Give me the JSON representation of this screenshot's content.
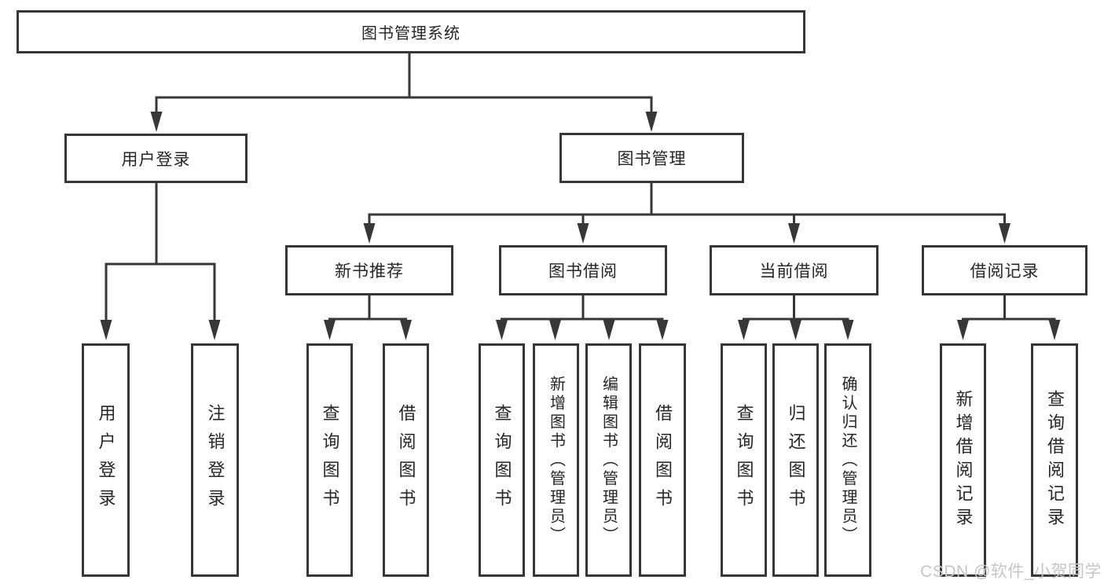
{
  "diagram": {
    "root": {
      "label": "图书管理系统"
    },
    "level2": [
      {
        "label": "用户登录"
      },
      {
        "label": "图书管理"
      }
    ],
    "level3": [
      {
        "label": "新书推荐"
      },
      {
        "label": "图书借阅"
      },
      {
        "label": "当前借阅"
      },
      {
        "label": "借阅记录"
      }
    ],
    "leaves": {
      "user_login": [
        "用户登录",
        "注销登录"
      ],
      "new_books": [
        "查询图书",
        "借阅图书"
      ],
      "book_borrow": [
        "查询图书",
        "新增图书（管理员）",
        "编辑图书（管理员）",
        "借阅图书"
      ],
      "current_borrow": [
        "查询图书",
        "归还图书",
        "确认归还（管理员）"
      ],
      "borrow_records": [
        "新增借阅记录",
        "查询借阅记录"
      ]
    }
  },
  "watermark": {
    "text": "CSDN @软件_小贺同学"
  },
  "colors": {
    "line": "#373737",
    "text": "#262626",
    "watermark": "#c6c6c6",
    "background": "#ffffff"
  }
}
